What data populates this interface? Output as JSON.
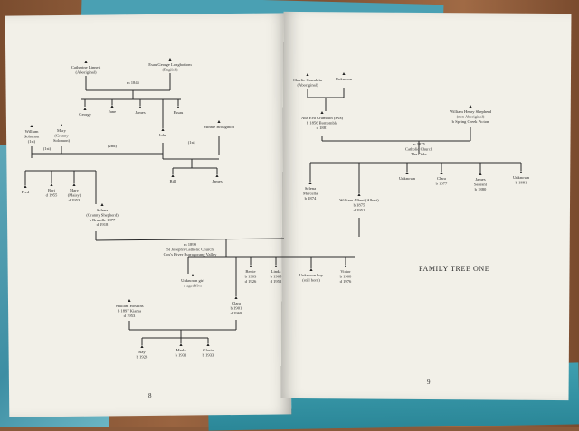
{
  "left_page": {
    "page_number": "8",
    "people": [
      {
        "id": "catherine",
        "lines": [
          "Catherine Linnett",
          "(Aboriginal)"
        ]
      },
      {
        "id": "esau",
        "lines": [
          "Esau George Longbottom",
          "(English)"
        ]
      },
      {
        "id": "marriage-1",
        "lines": [
          "m 1845"
        ]
      },
      {
        "id": "george",
        "lines": [
          "George"
        ]
      },
      {
        "id": "jane",
        "lines": [
          "Jane"
        ]
      },
      {
        "id": "james-1",
        "lines": [
          "James"
        ]
      },
      {
        "id": "essau",
        "lines": [
          "Essau"
        ]
      },
      {
        "id": "william-solomon",
        "lines": [
          "William",
          "Solomon",
          "(1st)"
        ]
      },
      {
        "id": "mary-solomon",
        "lines": [
          "Mary",
          "(Granny",
          "Solomon)"
        ]
      },
      {
        "id": "john",
        "lines": [
          "John"
        ]
      },
      {
        "id": "minnie",
        "lines": [
          "Minnie Broughton"
        ]
      },
      {
        "id": "first-label",
        "lines": [
          "(1st)"
        ]
      },
      {
        "id": "second-label",
        "lines": [
          "(2nd)"
        ]
      },
      {
        "id": "first-label-2",
        "lines": [
          "(1st)"
        ]
      },
      {
        "id": "fred",
        "lines": [
          "Fred"
        ]
      },
      {
        "id": "bert",
        "lines": [
          "Bert",
          "d 1955"
        ]
      },
      {
        "id": "mary-maisy",
        "lines": [
          "Mary",
          "(Maisy)",
          "d 1953"
        ]
      },
      {
        "id": "selena",
        "lines": [
          "Selena",
          "(Granny Shepherd)",
          "b Brundle 1877",
          "d 1918"
        ]
      },
      {
        "id": "bill",
        "lines": [
          "Bill"
        ]
      },
      {
        "id": "james-2",
        "lines": [
          "James"
        ]
      },
      {
        "id": "marriage-1899",
        "lines": [
          "m 1899",
          "St Joseph's Catholic Church",
          "Cox's River Burragorang Valley"
        ]
      },
      {
        "id": "unknown-girl",
        "lines": [
          "Unknown girl",
          "d aged five"
        ]
      },
      {
        "id": "bertie",
        "lines": [
          "Bertie",
          "b 1903",
          "d 1926"
        ]
      },
      {
        "id": "clara",
        "lines": [
          "Clara",
          "b 1901",
          "d 1969"
        ]
      },
      {
        "id": "william-hoskins",
        "lines": [
          "William Hoskins",
          "b 1897 Kiama",
          "d 1953"
        ]
      },
      {
        "id": "ray",
        "lines": [
          "Ray",
          "b 1928"
        ]
      },
      {
        "id": "merle",
        "lines": [
          "Merle",
          "b 1931"
        ]
      },
      {
        "id": "gloria",
        "lines": [
          "Gloria",
          "b 1933"
        ]
      }
    ]
  },
  "right_page": {
    "page_number": "9",
    "heading": "FAMILY TREE ONE",
    "people": [
      {
        "id": "charlie",
        "lines": [
          "Charlie Crumblin",
          "(Aboriginal)"
        ]
      },
      {
        "id": "unknown-top",
        "lines": [
          "Unknown"
        ]
      },
      {
        "id": "ada",
        "lines": [
          "Ada Eva Crumblin (Eva)",
          "b 1856 Bomombla",
          "d 1881"
        ]
      },
      {
        "id": "william-henry",
        "lines": [
          "William Henry Shepherd",
          "(non Aboriginal)",
          "b Spring Creek Picton"
        ]
      },
      {
        "id": "marriage-1875",
        "lines": [
          "m 1875",
          "Catholic Church",
          "The Oaks"
        ]
      },
      {
        "id": "selena-marcella",
        "lines": [
          "Selena",
          "Marcella",
          "b 1874"
        ]
      },
      {
        "id": "unknown-1",
        "lines": [
          "Unknown"
        ]
      },
      {
        "id": "clara-2",
        "lines": [
          "Clara",
          "b 1877"
        ]
      },
      {
        "id": "james-sabrant",
        "lines": [
          "James",
          "Sabrant",
          "b 1880"
        ]
      },
      {
        "id": "unknown-2",
        "lines": [
          "Unknown",
          "b 1881"
        ]
      },
      {
        "id": "william-albert",
        "lines": [
          "William Albert (Albert)",
          "b 1875",
          "d 1951"
        ]
      },
      {
        "id": "linda",
        "lines": [
          "Linda",
          "b 1905",
          "d 1952"
        ]
      },
      {
        "id": "unknown-boy",
        "lines": [
          "Unknown boy",
          "(still born)"
        ]
      },
      {
        "id": "victor",
        "lines": [
          "Victor",
          "b 1908",
          "d 1976"
        ]
      }
    ]
  }
}
